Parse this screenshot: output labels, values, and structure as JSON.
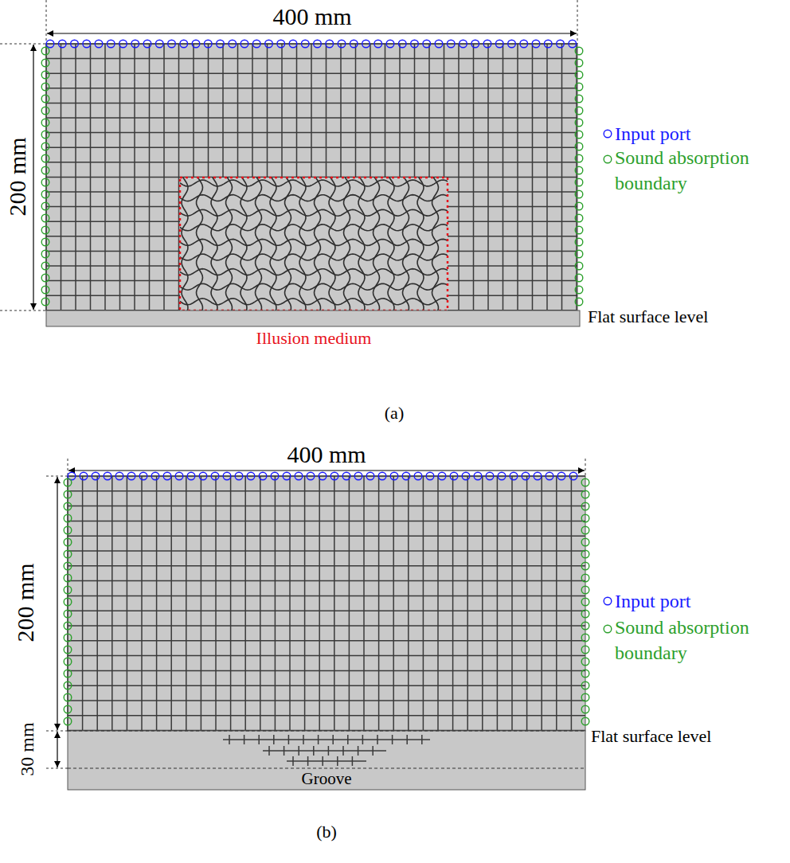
{
  "diagram": {
    "labels": [
      "400 mm",
      "200 mm",
      "Flat surface level",
      "Illusion medium",
      "(a)",
      "400 mm",
      "200 mm",
      "30 mm",
      "Flat surface level",
      "Groove",
      "(b)"
    ],
    "legend": [
      {
        "text": "Input port"
      },
      {
        "text": "Sound absorption boundary"
      },
      {
        "text": "Input port"
      },
      {
        "text": "Sound absorption boundary"
      }
    ]
  }
}
